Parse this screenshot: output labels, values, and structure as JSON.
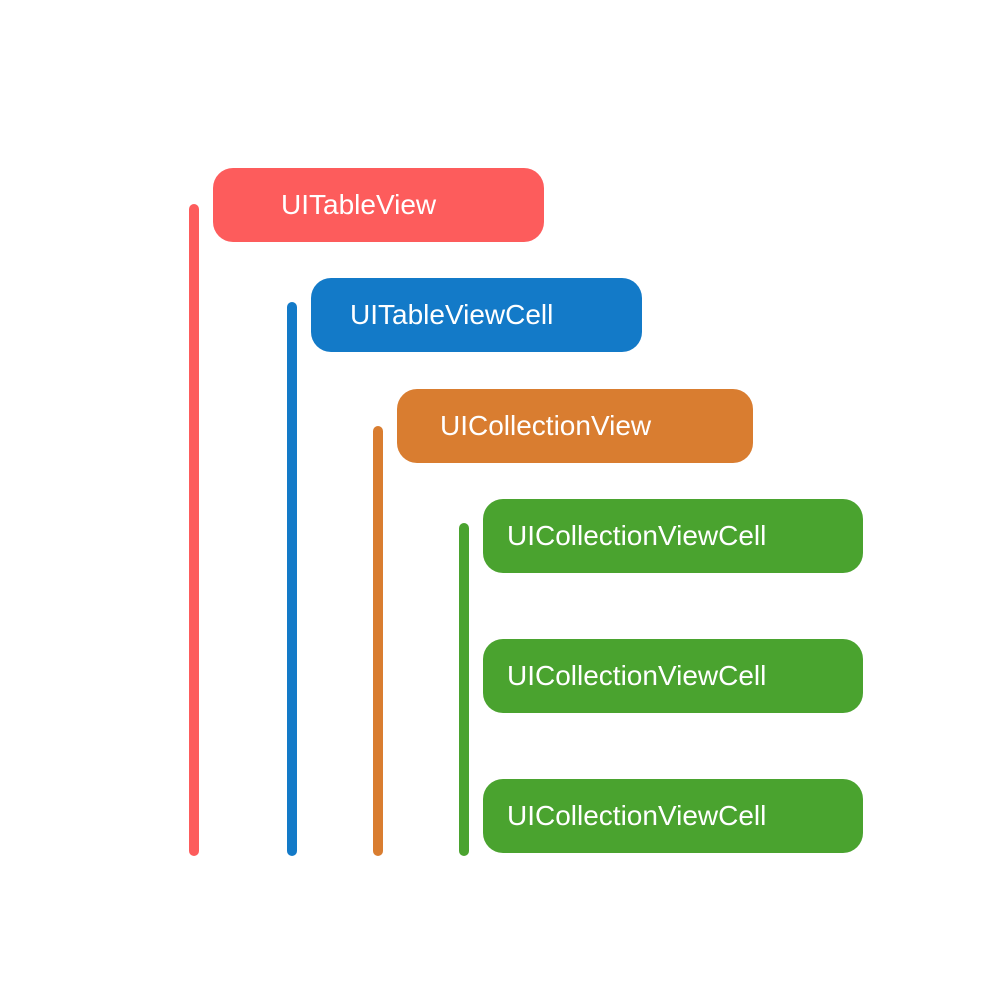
{
  "diagram": {
    "nodes": [
      {
        "label": "UITableView",
        "color": "#fd5c5c",
        "level": 0
      },
      {
        "label": "UITableViewCell",
        "color": "#137ac8",
        "level": 1
      },
      {
        "label": "UICollectionView",
        "color": "#d97d30",
        "level": 2
      },
      {
        "label": "UICollectionViewCell",
        "color": "#4aa32f",
        "level": 3
      },
      {
        "label": "UICollectionViewCell",
        "color": "#4aa32f",
        "level": 3
      },
      {
        "label": "UICollectionViewCell",
        "color": "#4aa32f",
        "level": 3
      }
    ]
  }
}
